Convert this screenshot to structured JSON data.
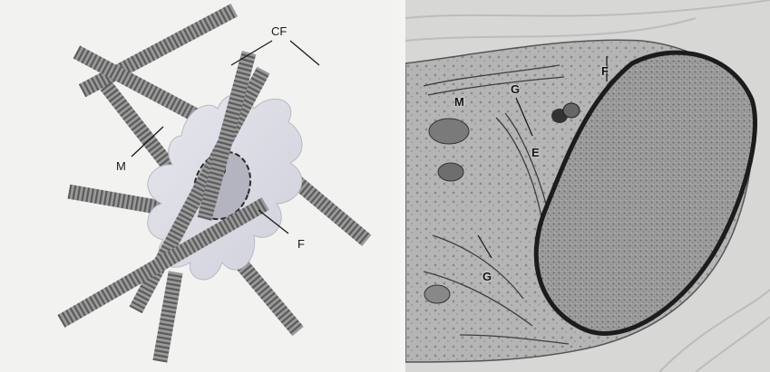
{
  "left": {
    "labels": {
      "collagen_fibers": "CF",
      "mitochondria": "M",
      "fibroblast": "F"
    }
  },
  "right": {
    "labels": {
      "mitochondria": "M",
      "golgi_top": "G",
      "er": "E",
      "fibril": "F",
      "golgi_bottom": "G"
    }
  }
}
